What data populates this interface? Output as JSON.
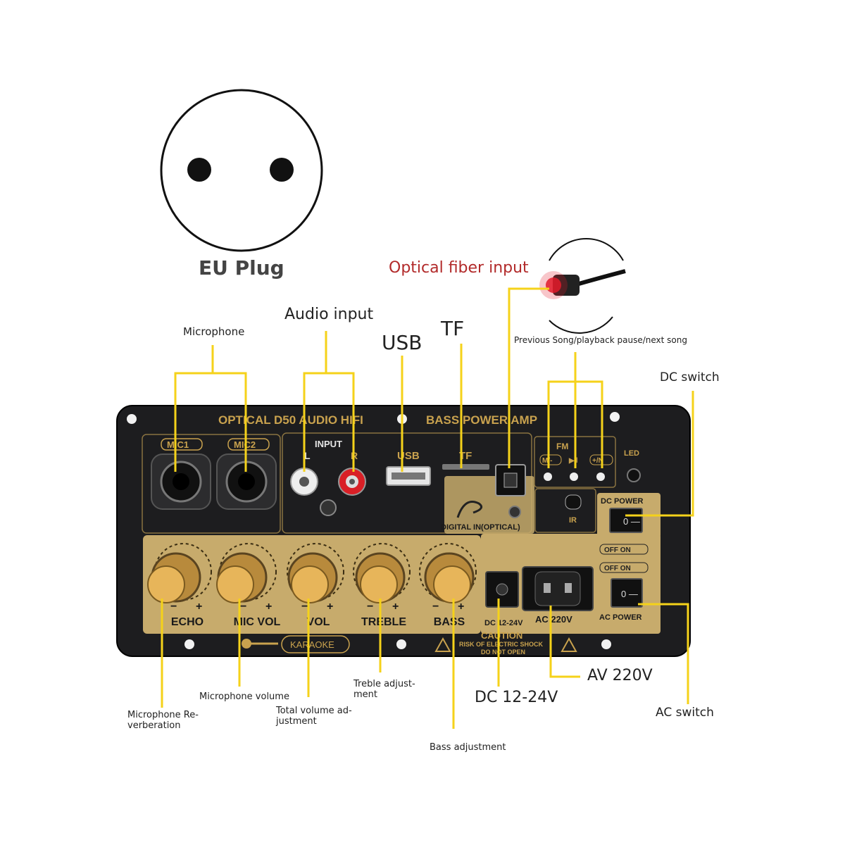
{
  "plug": {
    "label": "EU Plug"
  },
  "callouts": {
    "optical": "Optical fiber input",
    "previous": "Previous Song/playback pause/next song",
    "dc_switch": "DC switch",
    "microphone": "Microphone",
    "audio_input": "Audio input",
    "usb": "USB",
    "tf": "TF",
    "mic_reverb": "Microphone Re-\nverberation",
    "mic_volume": "Microphone volume",
    "total_volume": "Total volume ad-\njustment",
    "treble": "Treble adjust-\nment",
    "bass": "Bass adjustment",
    "dc_voltage": "DC 12-24V",
    "av": "AV 220V",
    "ac_switch": "AC switch"
  },
  "panel": {
    "title_left": "OPTICAL D50 AUDIO HIFI",
    "title_right": "BASS POWER AMP",
    "mic1": "MIC1",
    "mic2": "MIC2",
    "input": "INPUT",
    "l": "L",
    "r": "R",
    "usb": "USB",
    "tf": "TF",
    "fm": "FM",
    "fm_prev": "M/-",
    "fm_play": "▶‖",
    "fm_next": "+/N",
    "led": "LED",
    "digital_in": "DIGITAL IN(OPTICAL)",
    "ir": "IR",
    "dc_power": "DC POWER",
    "off_on_1": "OFF ON",
    "off_on_2": "OFF ON",
    "ac_power": "AC POWER",
    "dc_jack": "DC 12-24V",
    "ac_inlet": "AC 220V",
    "caution": "CAUTION",
    "caution_sub1": "RISK OF ELECTRIC SHOCK",
    "caution_sub2": "DO NOT OPEN",
    "karaoke": "KARAOKE",
    "knobs": [
      "ECHO",
      "MIC VOL",
      "VOL",
      "TREBLE",
      "BASS"
    ],
    "minus": "−",
    "plus": "+"
  }
}
